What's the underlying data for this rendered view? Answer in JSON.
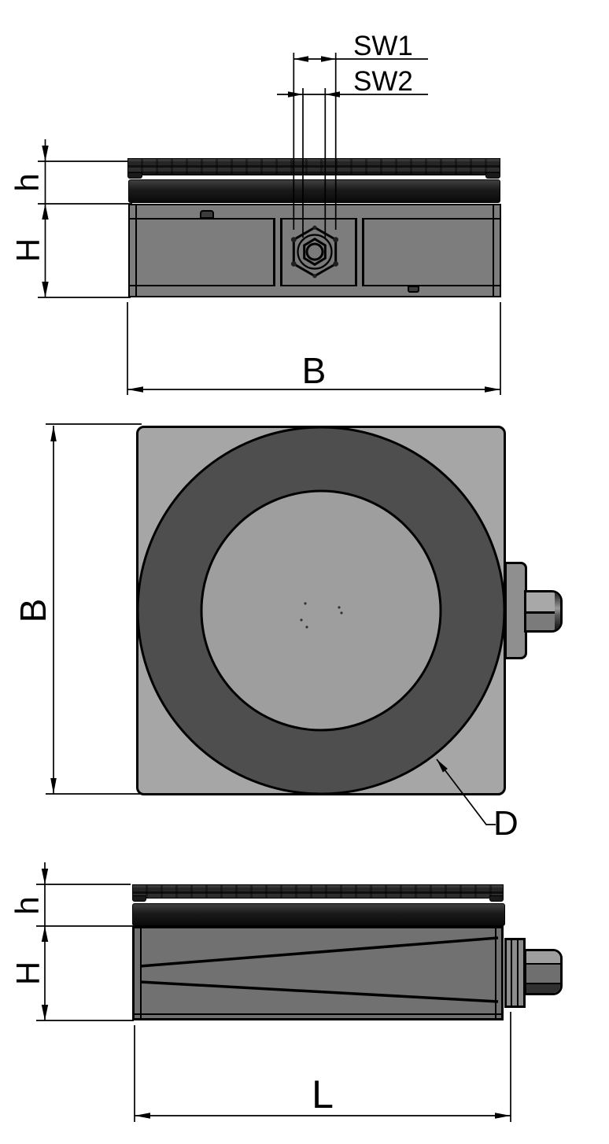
{
  "drawing": {
    "front_view": {
      "sw1_label": "SW1",
      "sw2_label": "SW2",
      "h_label": "h",
      "H_label": "H",
      "B_label": "B"
    },
    "plan_view": {
      "B_label": "B",
      "D_label": "D"
    },
    "side_view": {
      "h_label": "h",
      "H_label": "H",
      "L_label": "L"
    },
    "colors": {
      "background": "#ffffff",
      "line": "#000000",
      "top_plate_dark": "#1e1e1e",
      "band_dark": "#141414",
      "body_gray": "#7d7d7d",
      "plate_light_gray": "#a6a6a6",
      "ring_dark_gray": "#4e4e4e",
      "bore_gray": "#9e9e9e",
      "collar_gray": "#8f8f8f",
      "stud_light": "#a8a8a8",
      "stud_mid": "#6f6f6f",
      "stud_dark": "#303030"
    }
  }
}
